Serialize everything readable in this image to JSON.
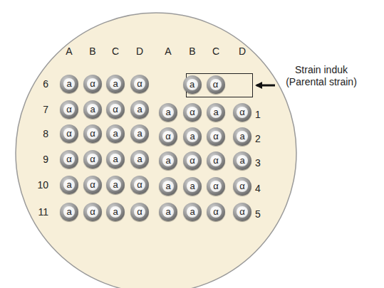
{
  "diagram": {
    "nodes": [
      {
        "text": [
          "a"
        ]
      },
      {
        "text": [
          "α"
        ]
      },
      {
        "text": [
          "a"
        ]
      },
      {
        "text": [
          "α"
        ]
      },
      {
        "text": [
          "Strain induk (Parental strain)"
        ]
      },
      {
        "text": [
          "a"
        ],
        "in": 4
      },
      {
        "text": [
          "α"
        ],
        "in": 4
      },
      {
        "text": [
          "α"
        ]
      },
      {
        "text": [
          "a"
        ]
      },
      {
        "text": [
          "α"
        ]
      },
      {
        "text": [
          "a"
        ]
      },
      {
        "text": [
          "a"
        ]
      },
      {
        "text": [
          "α"
        ]
      },
      {
        "text": [
          "a"
        ]
      },
      {
        "text": [
          "α"
        ]
      },
      {
        "text": [
          "α"
        ]
      },
      {
        "text": [
          "α"
        ]
      },
      {
        "text": [
          "a"
        ]
      },
      {
        "text": [
          "a"
        ]
      },
      {
        "text": [
          "α"
        ]
      },
      {
        "text": [
          "a"
        ]
      },
      {
        "text": [
          "α"
        ]
      },
      {
        "text": [
          "a"
        ]
      },
      {
        "text": [
          "α"
        ]
      },
      {
        "text": [
          "α"
        ]
      },
      {
        "text": [
          "a"
        ]
      },
      {
        "text": [
          "a"
        ]
      },
      {
        "text": [
          "a"
        ]
      },
      {
        "text": [
          "α"
        ]
      },
      {
        "text": [
          "α"
        ]
      },
      {
        "text": [
          "a"
        ]
      },
      {
        "text": [
          "a"
        ]
      },
      {
        "text": [
          "α"
        ]
      },
      {
        "text": [
          "a"
        ]
      },
      {
        "text": [
          "α"
        ]
      },
      {
        "text": [
          "a"
        ]
      },
      {
        "text": [
          "a"
        ]
      },
      {
        "text": [
          "α"
        ]
      },
      {
        "text": [
          "α"
        ]
      },
      {
        "text": [
          "a"
        ]
      },
      {
        "text": [
          "α"
        ]
      },
      {
        "text": [
          "a"
        ]
      },
      {
        "text": [
          "α"
        ]
      },
      {
        "text": [
          "a"
        ]
      },
      {
        "text": [
          "a"
        ]
      },
      {
        "text": [
          "α"
        ]
      },
      {
        "text": [
          "α"
        ]
      }
    ],
    "labels": [
      "A",
      "B",
      "C",
      "D",
      "A",
      "B",
      "C",
      "D",
      "6",
      "7",
      "8",
      "9",
      "10",
      "11",
      "1",
      "2",
      "3",
      "4",
      "5"
    ]
  }
}
